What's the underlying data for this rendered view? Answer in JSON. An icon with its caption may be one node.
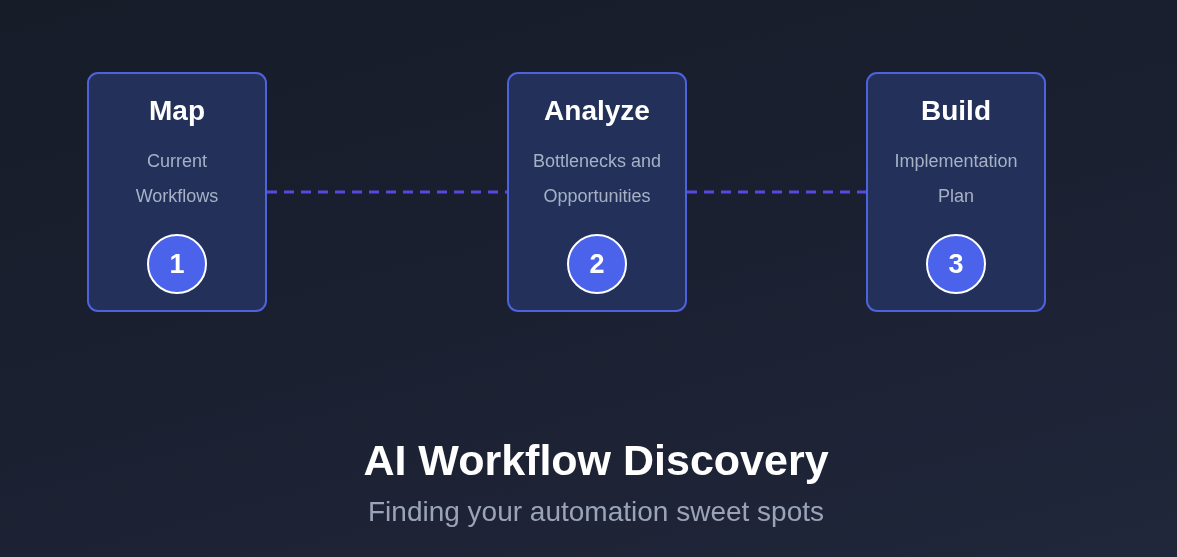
{
  "diagram": {
    "title": "AI Workflow Discovery",
    "caption": "Finding your automation sweet spots",
    "nodes": [
      {
        "text": [
          "Map",
          "Current Workflows"
        ]
      },
      {
        "text": [
          "1"
        ],
        "in": 0
      },
      {
        "text": [
          "Analyze",
          "Bottlenecks and Opportunities"
        ]
      },
      {
        "text": [
          "2"
        ],
        "in": 2
      },
      {
        "text": [
          "Build",
          "Implementation Plan"
        ]
      },
      {
        "text": [
          "3"
        ],
        "in": 4
      }
    ],
    "edges": [
      {
        "from": 0,
        "to": 2,
        "arrow": "none",
        "style": "dashed"
      },
      {
        "from": 2,
        "to": 4,
        "arrow": "none",
        "style": "dashed"
      }
    ]
  }
}
